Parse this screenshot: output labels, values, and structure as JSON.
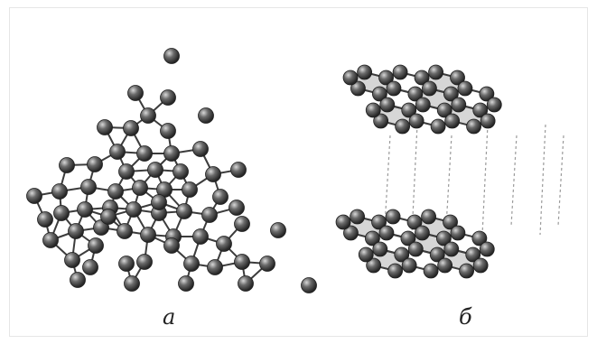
{
  "panels": [
    {
      "id": "diamond",
      "caption": "а"
    },
    {
      "id": "graphite",
      "caption": "б"
    }
  ],
  "colors": {
    "atom_fill": "#4a4a4a",
    "atom_highlight": "#d8d8d8",
    "bond": "#3c3c3c",
    "hex_fill": "#d6d6d6",
    "interlayer_link": "#9a9a9a"
  }
}
